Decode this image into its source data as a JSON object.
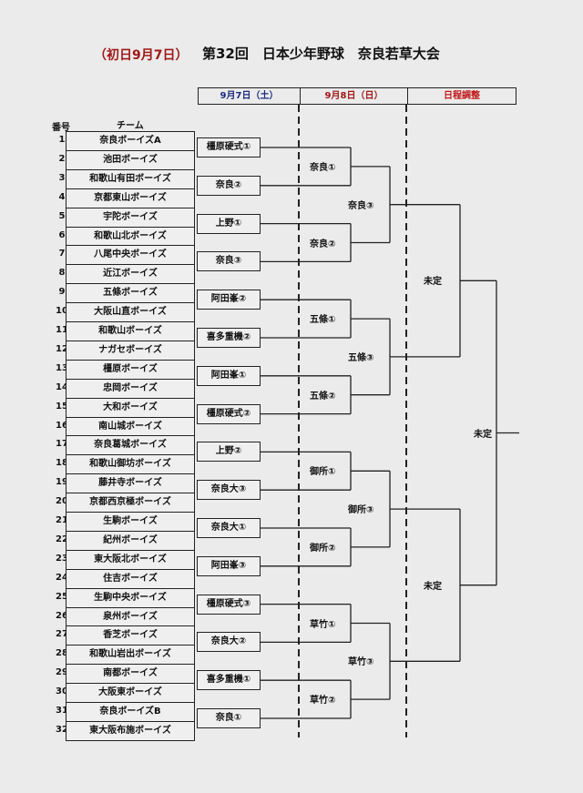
{
  "subtitle": "（初日9月7日）",
  "title": "第32回　日本少年野球　奈良若草大会",
  "header": [
    "9月7日（土）",
    "9月8日（日）",
    "日程調整"
  ],
  "header_colors": [
    "#1a2a80",
    "#a01818",
    "#c01818"
  ],
  "col_number": "番号",
  "col_team": "チーム",
  "teams": [
    "奈良ボーイズA",
    "池田ボーイズ",
    "和歌山有田ボーイズ",
    "京都東山ボーイズ",
    "宇陀ボーイズ",
    "和歌山北ボーイズ",
    "八尾中央ボーイズ",
    "近江ボーイズ",
    "五條ボーイズ",
    "大阪山直ボーイズ",
    "和歌山ボーイズ",
    "ナガセボーイズ",
    "橿原ボーイズ",
    "忠岡ボーイズ",
    "大和ボーイズ",
    "南山城ボーイズ",
    "奈良葛城ボーイズ",
    "和歌山御坊ボーイズ",
    "藤井寺ボーイズ",
    "京都西京極ボーイズ",
    "生駒ボーイズ",
    "紀州ボーイズ",
    "東大阪北ボーイズ",
    "住吉ボーイズ",
    "生駒中央ボーイズ",
    "泉州ボーイズ",
    "香芝ボーイズ",
    "和歌山岩出ボーイズ",
    "南都ボーイズ",
    "大阪東ボーイズ",
    "奈良ボーイズB",
    "東大阪布施ボーイズ"
  ],
  "round1_venues": [
    "橿原硬式①",
    "奈良②",
    "上野①",
    "奈良③",
    "阿田峯②",
    "喜多重機②",
    "阿田峯①",
    "橿原硬式②",
    "上野②",
    "奈良大③",
    "奈良大①",
    "阿田峯③",
    "橿原硬式③",
    "奈良大②",
    "喜多重機①",
    "奈良①"
  ],
  "round2_venues": [
    "奈良①",
    "奈良②",
    "五條①",
    "五條②",
    "御所①",
    "御所②",
    "草竹①",
    "草竹②"
  ],
  "round3_venues": [
    "奈良③",
    "五條③",
    "御所③",
    "草竹③"
  ],
  "round4_venues": [
    "未定",
    "未定"
  ],
  "final_venue": "未定"
}
